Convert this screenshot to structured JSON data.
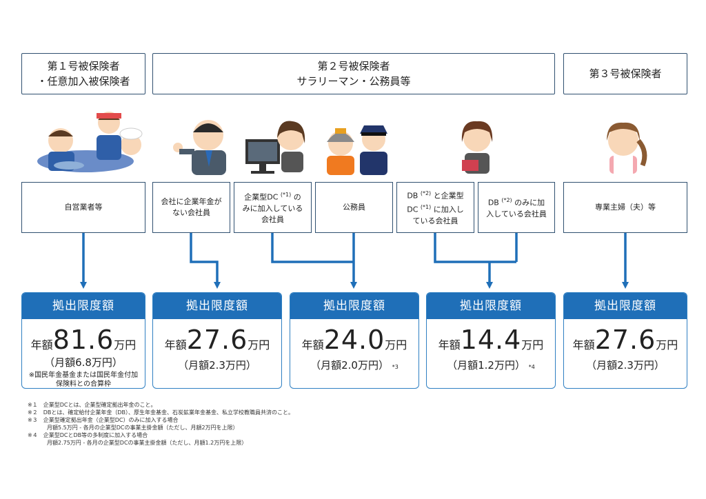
{
  "categories": {
    "c1": {
      "line1": "第１号被保険者",
      "line2": "・任意加入被保険者"
    },
    "c2": {
      "line1": "第２号被保険者",
      "line2": "サラリーマン・公務員等"
    },
    "c3": {
      "line1": "第３号被保険者"
    }
  },
  "groups": {
    "self_employed": "自営業者等",
    "no_pension": {
      "line1": "会社に企業年金が",
      "line2": "ない会社員"
    },
    "dc_only": {
      "pre": "企業型DC ",
      "mark": "(*1)",
      "post": " の",
      "line2": "みに加入している",
      "line3": "会社員"
    },
    "public": "公務員",
    "db_dc": {
      "pre1": "DB ",
      "mark1": "(*2)",
      "post1": " と企業型",
      "pre2": "DC ",
      "mark2": "(*1)",
      "post2": " に加入し",
      "line3": "ている会社員"
    },
    "db_only": {
      "pre": "DB ",
      "mark": "(*2)",
      "post": " のみに加",
      "line2": "入している会社員"
    },
    "housewife": "専業主婦（夫）等"
  },
  "limits": [
    {
      "header": "拠出限度額",
      "prefix": "年額",
      "amount": "81.6",
      "unit": "万円",
      "monthly": "（月額6.8万円）",
      "mark": "",
      "note1": "※国民年金基金または国民年金付加",
      "note2": "保険料との合算枠"
    },
    {
      "header": "拠出限度額",
      "prefix": "年額",
      "amount": "27.6",
      "unit": "万円",
      "monthly": "（月額2.3万円）",
      "mark": "",
      "note1": "",
      "note2": ""
    },
    {
      "header": "拠出限度額",
      "prefix": "年額",
      "amount": "24.0",
      "unit": "万円",
      "monthly": "（月額2.0万円）",
      "mark": "*3",
      "note1": "",
      "note2": ""
    },
    {
      "header": "拠出限度額",
      "prefix": "年額",
      "amount": "14.4",
      "unit": "万円",
      "monthly": "（月額1.2万円）",
      "mark": "*4",
      "note1": "",
      "note2": ""
    },
    {
      "header": "拠出限度額",
      "prefix": "年額",
      "amount": "27.6",
      "unit": "万円",
      "monthly": "（月額2.3万円）",
      "mark": "",
      "note1": "",
      "note2": ""
    }
  ],
  "footnotes": [
    "※１　企業型DCとは、企業型確定拠出年金のこと。",
    "※２　DBとは、確定給付企業年金（DB）、厚生年金基金、石炭鉱業年金基金、私立学校教職員共済のこと。",
    "※３　企業型確定拠出年金（企業型DC）のみに加入する場合",
    "月額5.5万円 - 各月の企業型DCの事業主掛金額（ただし、月額2万円を上限）",
    "※４　企業型DCとDB等の多制度に加入する場合",
    "月額2.75万円 - 各月の企業型DCの事業主掛金額（ただし、月額1.2万円を上限）"
  ],
  "colors": {
    "header_blue": "#1f6fb8",
    "arrow_blue": "#1f6fb8",
    "border_navy": "#2f4f6f"
  }
}
